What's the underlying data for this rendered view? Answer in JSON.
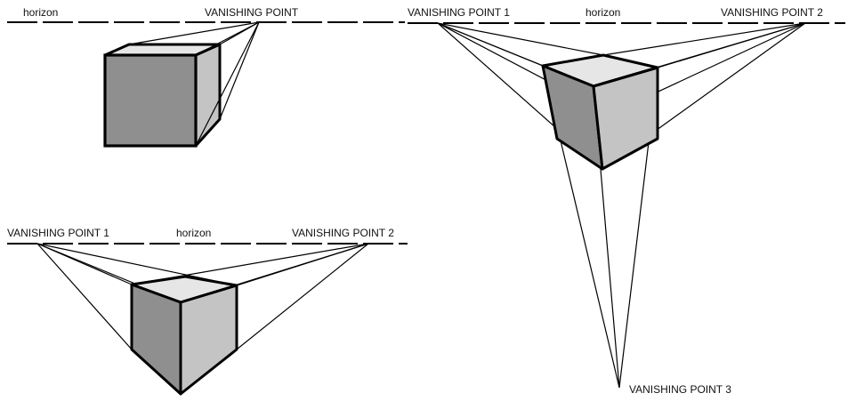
{
  "colors": {
    "face_top": "#e6e6e6",
    "face_light": "#c4c4c4",
    "face_dark": "#8f8f8f",
    "line": "#000000",
    "background": "#ffffff"
  },
  "one_point": {
    "horizon_label": "horizon",
    "vp_label": "VANISHING POINT"
  },
  "two_point": {
    "horizon_label": "horizon",
    "vp1_label": "VANISHING POINT 1",
    "vp2_label": "VANISHING POINT 2"
  },
  "three_point": {
    "horizon_label": "horizon",
    "vp1_label": "VANISHING POINT 1",
    "vp2_label": "VANISHING POINT 2",
    "vp3_label": "VANISHING POINT 3"
  }
}
